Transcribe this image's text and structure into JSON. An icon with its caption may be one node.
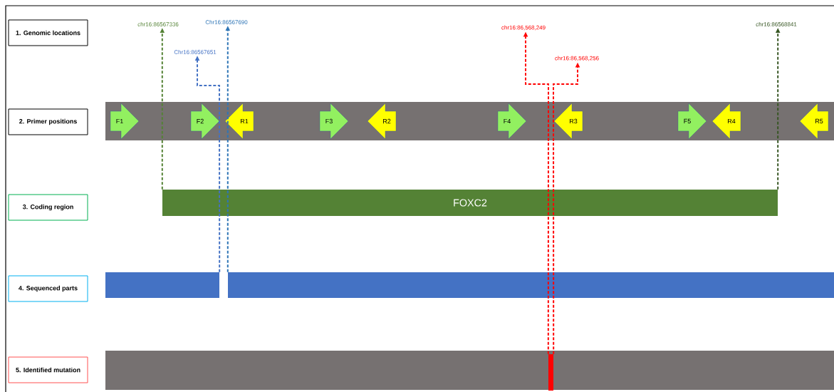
{
  "diagram": {
    "nodes": [
      {
        "text": [
          "1. Genomic locations"
        ]
      },
      {
        "text": [
          "chr16:86567336"
        ]
      },
      {
        "text": [
          "Chr16:86567690"
        ]
      },
      {
        "text": [
          "Chr16:86567651"
        ]
      },
      {
        "text": [
          "chr16:86,568,249"
        ]
      },
      {
        "text": [
          "chr16:86,568,256"
        ]
      },
      {
        "text": [
          "chr16:86568841"
        ]
      },
      {
        "text": [
          "2. Primer positions"
        ]
      },
      {
        "text": [],
        "shape": "bar"
      },
      {
        "text": [
          "F1"
        ],
        "in": 8
      },
      {
        "text": [
          "F2"
        ],
        "in": 8
      },
      {
        "text": [
          "R1"
        ],
        "in": 8
      },
      {
        "text": [
          "F3"
        ],
        "in": 8
      },
      {
        "text": [
          "R2"
        ],
        "in": 8
      },
      {
        "text": [
          "F4"
        ],
        "in": 8
      },
      {
        "text": [
          "R3"
        ],
        "in": 8
      },
      {
        "text": [
          "F5"
        ],
        "in": 8
      },
      {
        "text": [
          "R4"
        ],
        "in": 8
      },
      {
        "text": [
          "R5"
        ],
        "in": 8
      },
      {
        "text": [
          "3. Coding region"
        ]
      },
      {
        "text": [
          "FOXC2"
        ]
      },
      {
        "text": [
          "4. Sequenced parts"
        ]
      },
      {
        "text": [],
        "shape": "bar"
      },
      {
        "text": [],
        "shape": "bar"
      },
      {
        "text": [
          "5. Identified mutation"
        ]
      },
      {
        "text": [],
        "shape": "bar"
      },
      {
        "text": [],
        "shape": "bar",
        "in": 25
      }
    ],
    "edges": [
      {
        "from": 20,
        "to": 1,
        "arrow": "to",
        "style": "dashed",
        "color": "#548235"
      },
      {
        "from": 23,
        "to": 2,
        "arrow": "to",
        "style": "dashed",
        "color": "#2e75b6"
      },
      {
        "from": 22,
        "to": 3,
        "arrow": "to",
        "style": "dashed",
        "color": "#4472c4"
      },
      {
        "from": 26,
        "to": 4,
        "arrow": "to",
        "style": "dashed",
        "color": "#ff0000"
      },
      {
        "from": 26,
        "to": 5,
        "arrow": "to",
        "style": "dashed",
        "color": "#ff0000"
      },
      {
        "from": 20,
        "to": 6,
        "arrow": "to",
        "style": "dashed",
        "color": "#375623"
      }
    ]
  }
}
